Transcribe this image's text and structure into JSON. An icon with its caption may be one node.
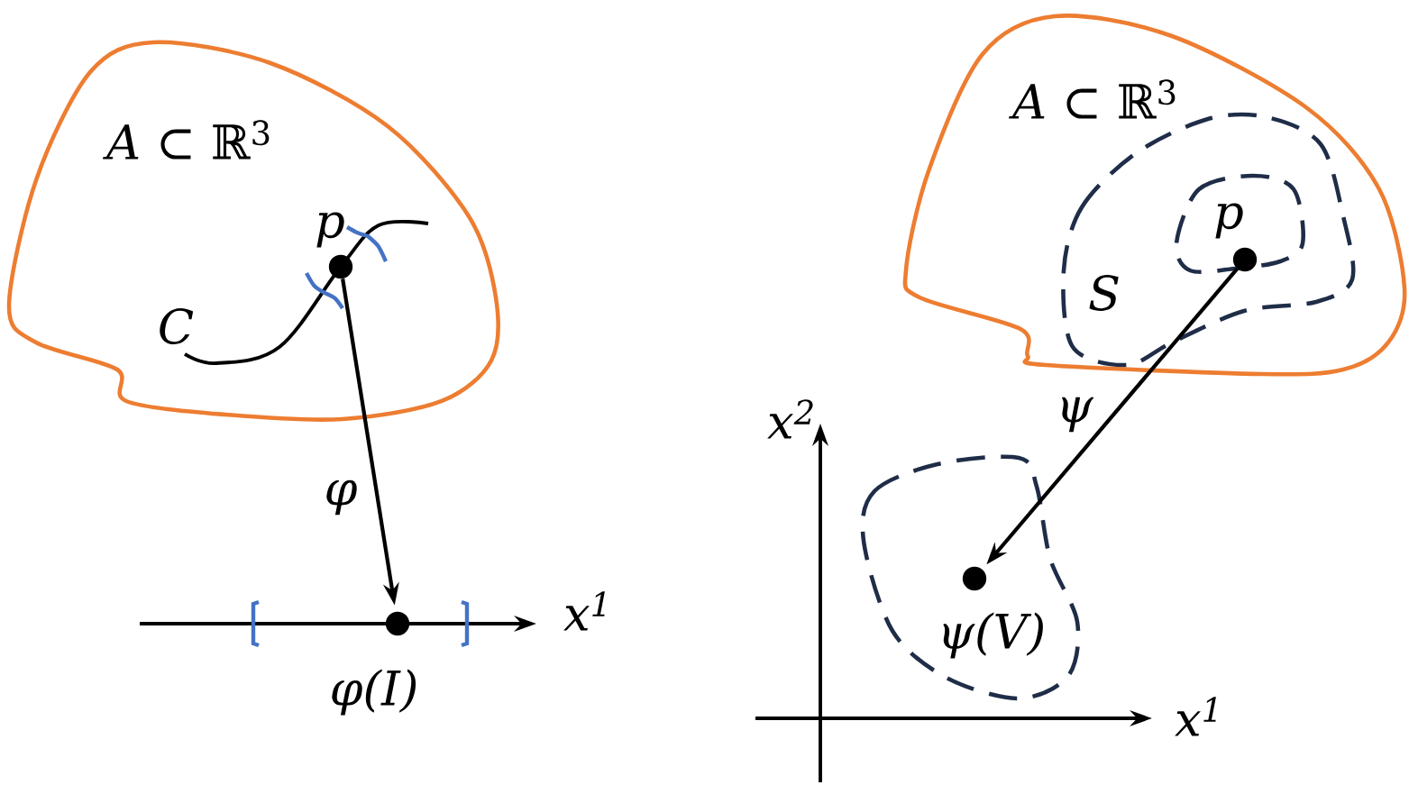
{
  "diagram": {
    "nodes": [
      {
        "text": [
          "*A* ⊂ ℝ$^{3}$"
        ]
      },
      {
        "text": [],
        "shape": "circle",
        "beside": [
          "p"
        ],
        "in": 0
      },
      {
        "text": [],
        "shape": "circle"
      },
      {
        "text": [
          "*A* ⊂ ℝ$^{3}$"
        ]
      },
      {
        "text": [
          "S"
        ],
        "in": 3
      },
      {
        "text": [
          "p"
        ],
        "in": 4
      },
      {
        "text": [],
        "shape": "circle",
        "in": 5
      },
      {
        "text": [
          "ψ(V)"
        ]
      },
      {
        "text": [],
        "shape": "circle",
        "in": 7
      }
    ],
    "edges": [
      {
        "from": 1,
        "to": 2,
        "arrow": "to",
        "label": "φ"
      },
      {
        "from": 6,
        "to": 8,
        "arrow": "to",
        "label": "ψ"
      }
    ],
    "labels": [
      "C",
      "*x*$^{1}$",
      "φ(I)",
      "*x*$^{2}$",
      "*x*$^{1}$"
    ]
  }
}
